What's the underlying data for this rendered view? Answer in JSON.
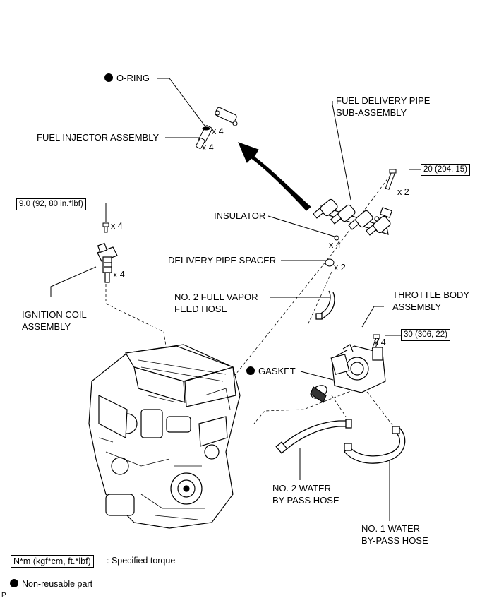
{
  "labels": {
    "o_ring": "O-RING",
    "fuel_injector": "FUEL INJECTOR ASSEMBLY",
    "fuel_delivery_pipe_1": "FUEL DELIVERY PIPE",
    "fuel_delivery_pipe_2": "SUB-ASSEMBLY",
    "insulator": "INSULATOR",
    "delivery_pipe_spacer": "DELIVERY PIPE SPACER",
    "vapor_hose_1": "NO. 2 FUEL VAPOR",
    "vapor_hose_2": "FEED HOSE",
    "throttle_body_1": "THROTTLE BODY",
    "throttle_body_2": "ASSEMBLY",
    "gasket": "GASKET",
    "ignition_coil_1": "IGNITION COIL",
    "ignition_coil_2": "ASSEMBLY",
    "water_hose2_1": "NO. 2 WATER",
    "water_hose2_2": "BY-PASS HOSE",
    "water_hose1_1": "NO. 1 WATER",
    "water_hose1_2": "BY-PASS HOSE"
  },
  "torques": {
    "delivery_pipe_bolt": "20 (204, 15)",
    "ignition_coil_bolt": "9.0 (92, 80 in.*lbf)",
    "throttle_body_bolt": "30 (306, 22)"
  },
  "quantities": {
    "o_ring": "x 4",
    "injector": "x 4",
    "pipe_bolt": "x 2",
    "coil_bolt": "x 4",
    "coil": "x 4",
    "insulator": "x 4",
    "spacer": "x 2",
    "throttle_bolt": "x 4"
  },
  "legend": {
    "torque_box": "N*m (kgf*cm, ft.*lbf)",
    "torque_text": ": Specified torque",
    "non_reusable_text": "Non-reusable part"
  },
  "footer_code": "P"
}
